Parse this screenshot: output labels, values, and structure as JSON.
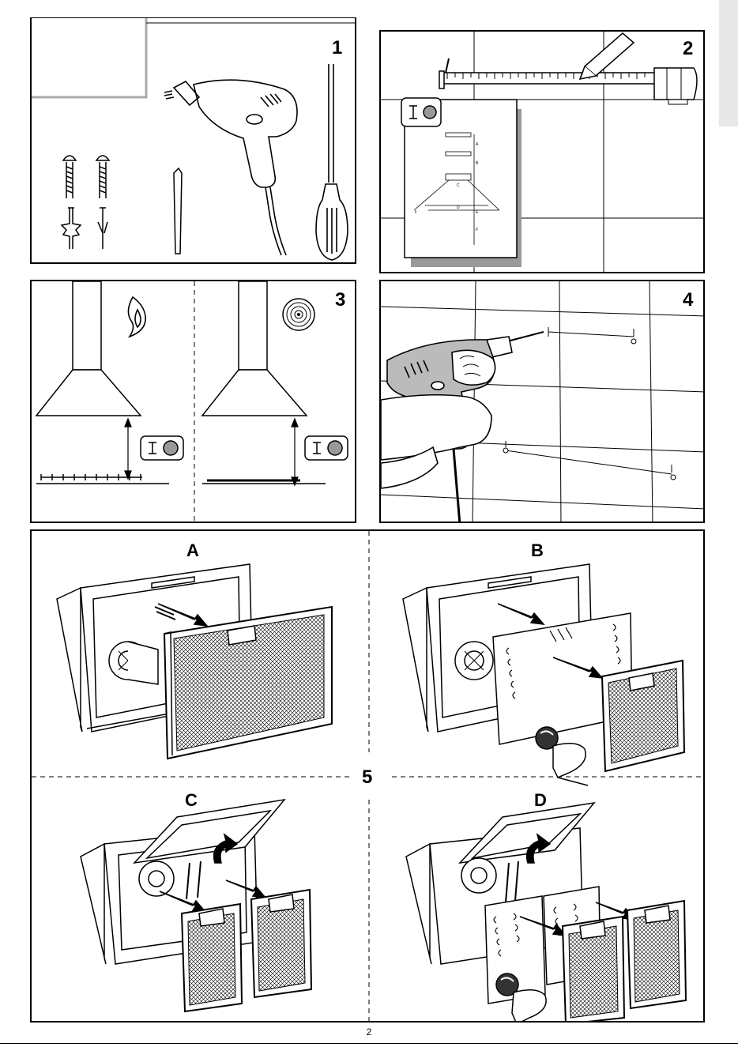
{
  "step_numbers": [
    "1",
    "2",
    "3",
    "4",
    "5"
  ],
  "filter_letters": [
    "A",
    "B",
    "C",
    "D"
  ],
  "diagram_labels": [
    "A",
    "B",
    "C",
    "D",
    "E",
    "F"
  ],
  "page_number": "2",
  "icons": {
    "step1": [
      "screw-icon",
      "wall-plug-icon",
      "pin-icon",
      "drill-icon",
      "screwdriver-icon"
    ],
    "step2": [
      "tape-measure-icon",
      "pencil-icon",
      "measure-symbol-icon"
    ],
    "step3": [
      "gas-flame-icon",
      "electric-hotplate-icon"
    ],
    "step4": [
      "drilling-hands-icon"
    ],
    "step5": [
      "grease-filter-icon",
      "carbon-filter-icon",
      "hand-icon"
    ]
  }
}
